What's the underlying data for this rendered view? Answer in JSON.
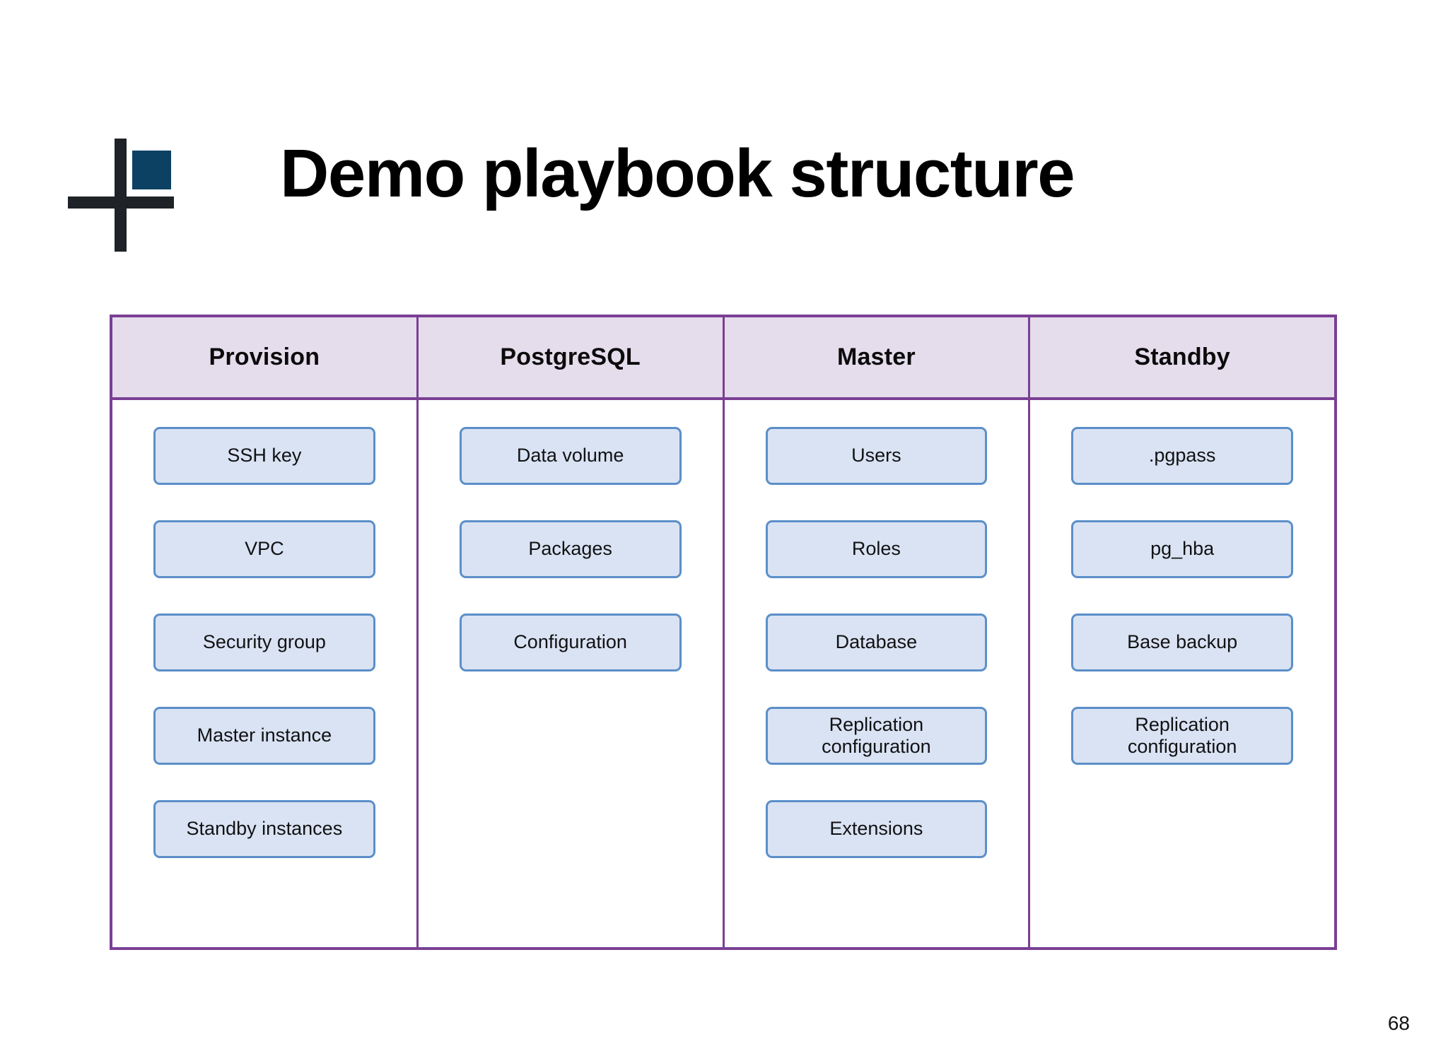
{
  "slide": {
    "title": "Demo playbook structure",
    "page_number": "68",
    "logo": {
      "name": "plus-square-logo",
      "cross_color": "#1f2226",
      "square_color": "#0c4164"
    }
  },
  "matrix": {
    "border_color": "#7a3f94",
    "header_bg": "#e5dcec",
    "node_bg": "#dae3f3",
    "node_border": "#5b8fc9",
    "columns": [
      {
        "header": "Provision",
        "items": [
          {
            "label": "SSH key"
          },
          {
            "label": "VPC"
          },
          {
            "label": "Security group"
          },
          {
            "label": "Master instance"
          },
          {
            "label": "Standby instances"
          }
        ]
      },
      {
        "header": "PostgreSQL",
        "items": [
          {
            "label": "Data volume"
          },
          {
            "label": "Packages"
          },
          {
            "label": "Configuration"
          }
        ]
      },
      {
        "header": "Master",
        "items": [
          {
            "label": "Users"
          },
          {
            "label": "Roles"
          },
          {
            "label": "Database"
          },
          {
            "label": "Replication\nconfiguration"
          },
          {
            "label": "Extensions"
          }
        ]
      },
      {
        "header": "Standby",
        "items": [
          {
            "label": ".pgpass"
          },
          {
            "label": "pg_hba"
          },
          {
            "label": "Base backup"
          },
          {
            "label": "Replication\nconfiguration"
          }
        ]
      }
    ]
  }
}
